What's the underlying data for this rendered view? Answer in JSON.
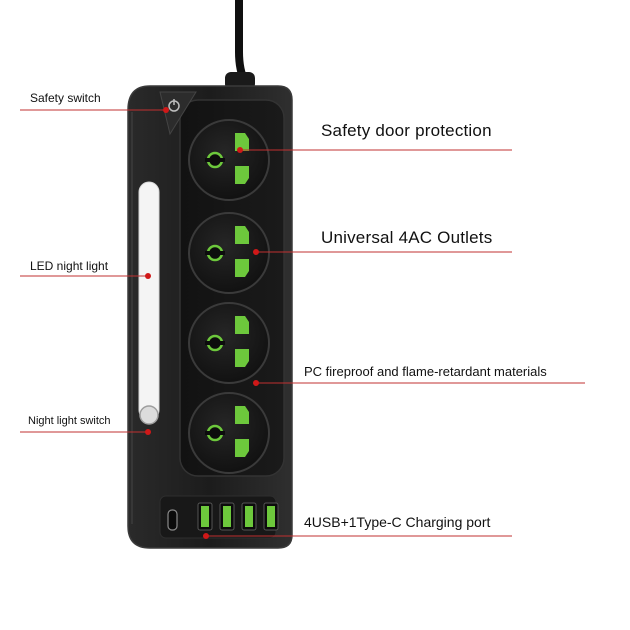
{
  "callouts": {
    "safety_switch": "Safety switch",
    "led_night_light": "LED night light",
    "night_light_switch": "Night light switch",
    "safety_door": "Safety door protection",
    "universal_outlets": "Universal 4AC Outlets",
    "fireproof": "PC fireproof and flame-retardant materials",
    "charging_port": "4USB+1Type-C Charging port"
  },
  "colors": {
    "body": "#1e1e1e",
    "body_edge": "#2b2b2b",
    "socket_face": "#141414",
    "contact_green": "#6dc83c",
    "night_light": "#f4f4f4",
    "callout_line": "#c03030",
    "callout_dot": "#d01818"
  },
  "product": {
    "outlet_count": 4,
    "usb_a_count": 4,
    "usb_c_count": 1
  }
}
